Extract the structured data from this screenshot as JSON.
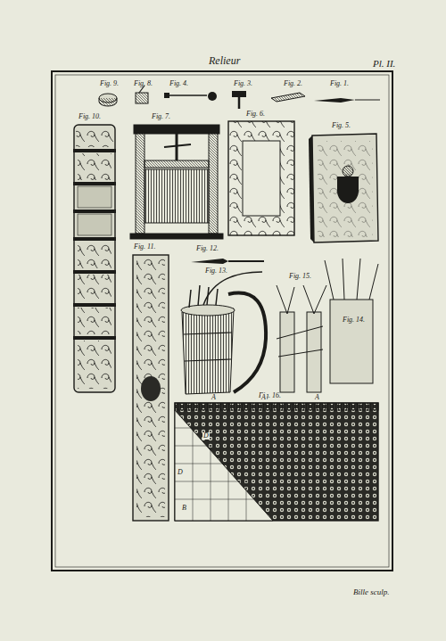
{
  "diagram": {
    "title": "Relieur",
    "labels": [
      "Pl. II.",
      "Fig. 9.",
      "Fig. 8.",
      "Fig. 4.",
      "Fig. 3.",
      "Fig. 2.",
      "Fig. 1.",
      "Fig. 10.",
      "Fig. 7.",
      "Fig. 6.",
      "Fig. 5.",
      "Fig. 11.",
      "Fig. 12.",
      "Fig. 13.",
      "Fig. 15.",
      "Fig. 14.",
      "Fig. 16.",
      "A",
      "A",
      "A",
      "D",
      "D",
      "B",
      "Bille sculp."
    ]
  }
}
